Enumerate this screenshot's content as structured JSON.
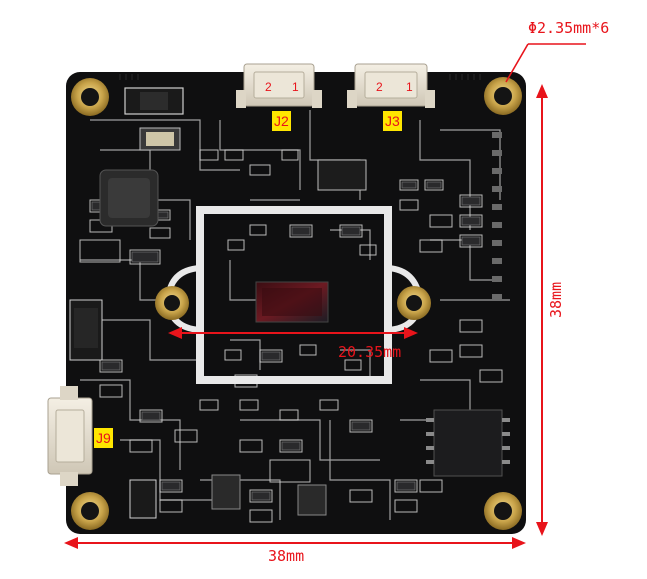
{
  "annotations": {
    "hole_spec": "Φ2.35mm*6",
    "width_label": "38mm",
    "height_label": "38mm",
    "hole_spacing_label": "20.35mm"
  },
  "connectors": {
    "j2": {
      "name": "J2",
      "pin_left": "2",
      "pin_right": "1"
    },
    "j3": {
      "name": "J3",
      "pin_left": "2",
      "pin_right": "1"
    },
    "j9": {
      "name": "J9"
    }
  },
  "colors": {
    "annotation_red": "#e8141b",
    "label_yellow": "#ffe600",
    "pcb_black": "#0f0f10",
    "silkscreen_white": "#e9e9e9",
    "gold_pad": "#c9a44a"
  }
}
